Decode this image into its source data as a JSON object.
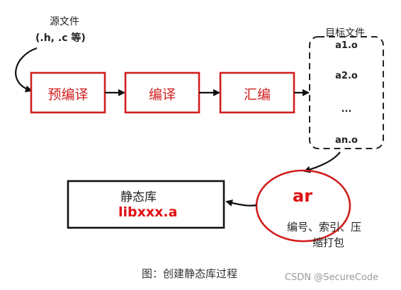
{
  "source": {
    "label": "源文件",
    "types": "(.h, .c 等)"
  },
  "steps": [
    "预编译",
    "编译",
    "汇编"
  ],
  "target": {
    "label": "目标文件",
    "files": [
      "a1.o",
      "a2.o",
      "...",
      "an.o"
    ]
  },
  "archiver": {
    "name": "ar",
    "desc_line1": "编号、索引、压",
    "desc_line2": "缩打包"
  },
  "library": {
    "label": "静态库",
    "name": "libxxx.a"
  },
  "caption": "图：创建静态库过程",
  "watermark": "CSDN @SecureCode",
  "colors": {
    "accent": "#d11e1e",
    "line": "#111111"
  }
}
